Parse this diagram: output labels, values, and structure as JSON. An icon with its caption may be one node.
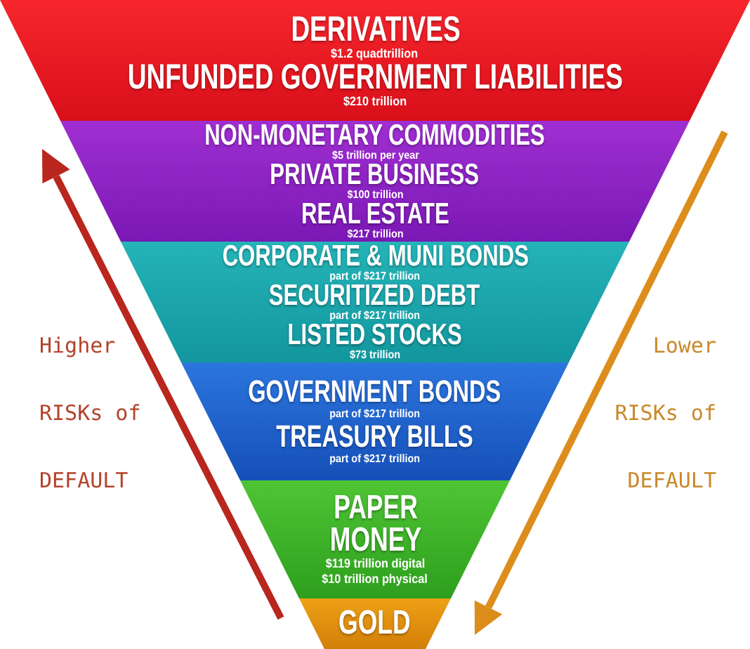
{
  "diagram": {
    "nodes": [
      {
        "text": [
          "DERIVATIVES",
          "$1.2 quadtrillion",
          "UNFUNDED GOVERNMENT LIABILITIES",
          "$210 trillion"
        ]
      },
      {
        "text": [
          "NON-MONETARY COMMODITIES",
          "$5 trillion per year",
          "PRIVATE BUSINESS",
          "$100 trillion",
          "REAL ESTATE",
          "$217 trillion"
        ]
      },
      {
        "text": [
          "CORPORATE & MUNI BONDS",
          "part of $217 trillion",
          "SECURITIZED DEBT",
          "part of $217 trillion",
          "LISTED STOCKS",
          "$73 trillion"
        ]
      },
      {
        "text": [
          "GOVERNMENT BONDS",
          "part of $217 trillion",
          "TREASURY BILLS",
          "part of $217 trillion"
        ]
      },
      {
        "text": [
          "PAPER MONEY",
          "$119 trillion digital",
          "$10 trillion physical"
        ]
      },
      {
        "text": [
          "GOLD"
        ]
      }
    ],
    "labels": [
      "Higher RISKs of DEFAULT",
      "Lower RISKs of DEFAULT"
    ]
  }
}
